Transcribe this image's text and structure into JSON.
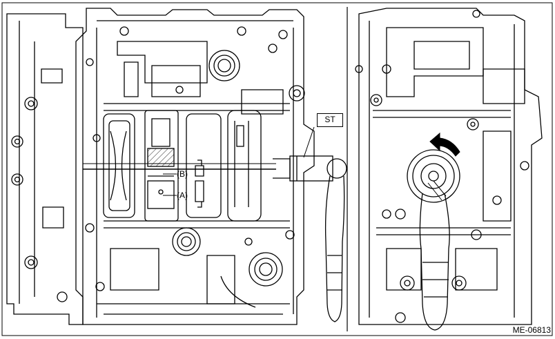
{
  "figure": {
    "labels": {
      "special_tool": "ST",
      "part_a": "(A)",
      "part_b": "(B)",
      "figure_id": "ME-06813"
    },
    "icons": [
      "rotation-arrow-icon"
    ],
    "colors": {
      "line": "#000000",
      "background": "#ffffff"
    }
  }
}
